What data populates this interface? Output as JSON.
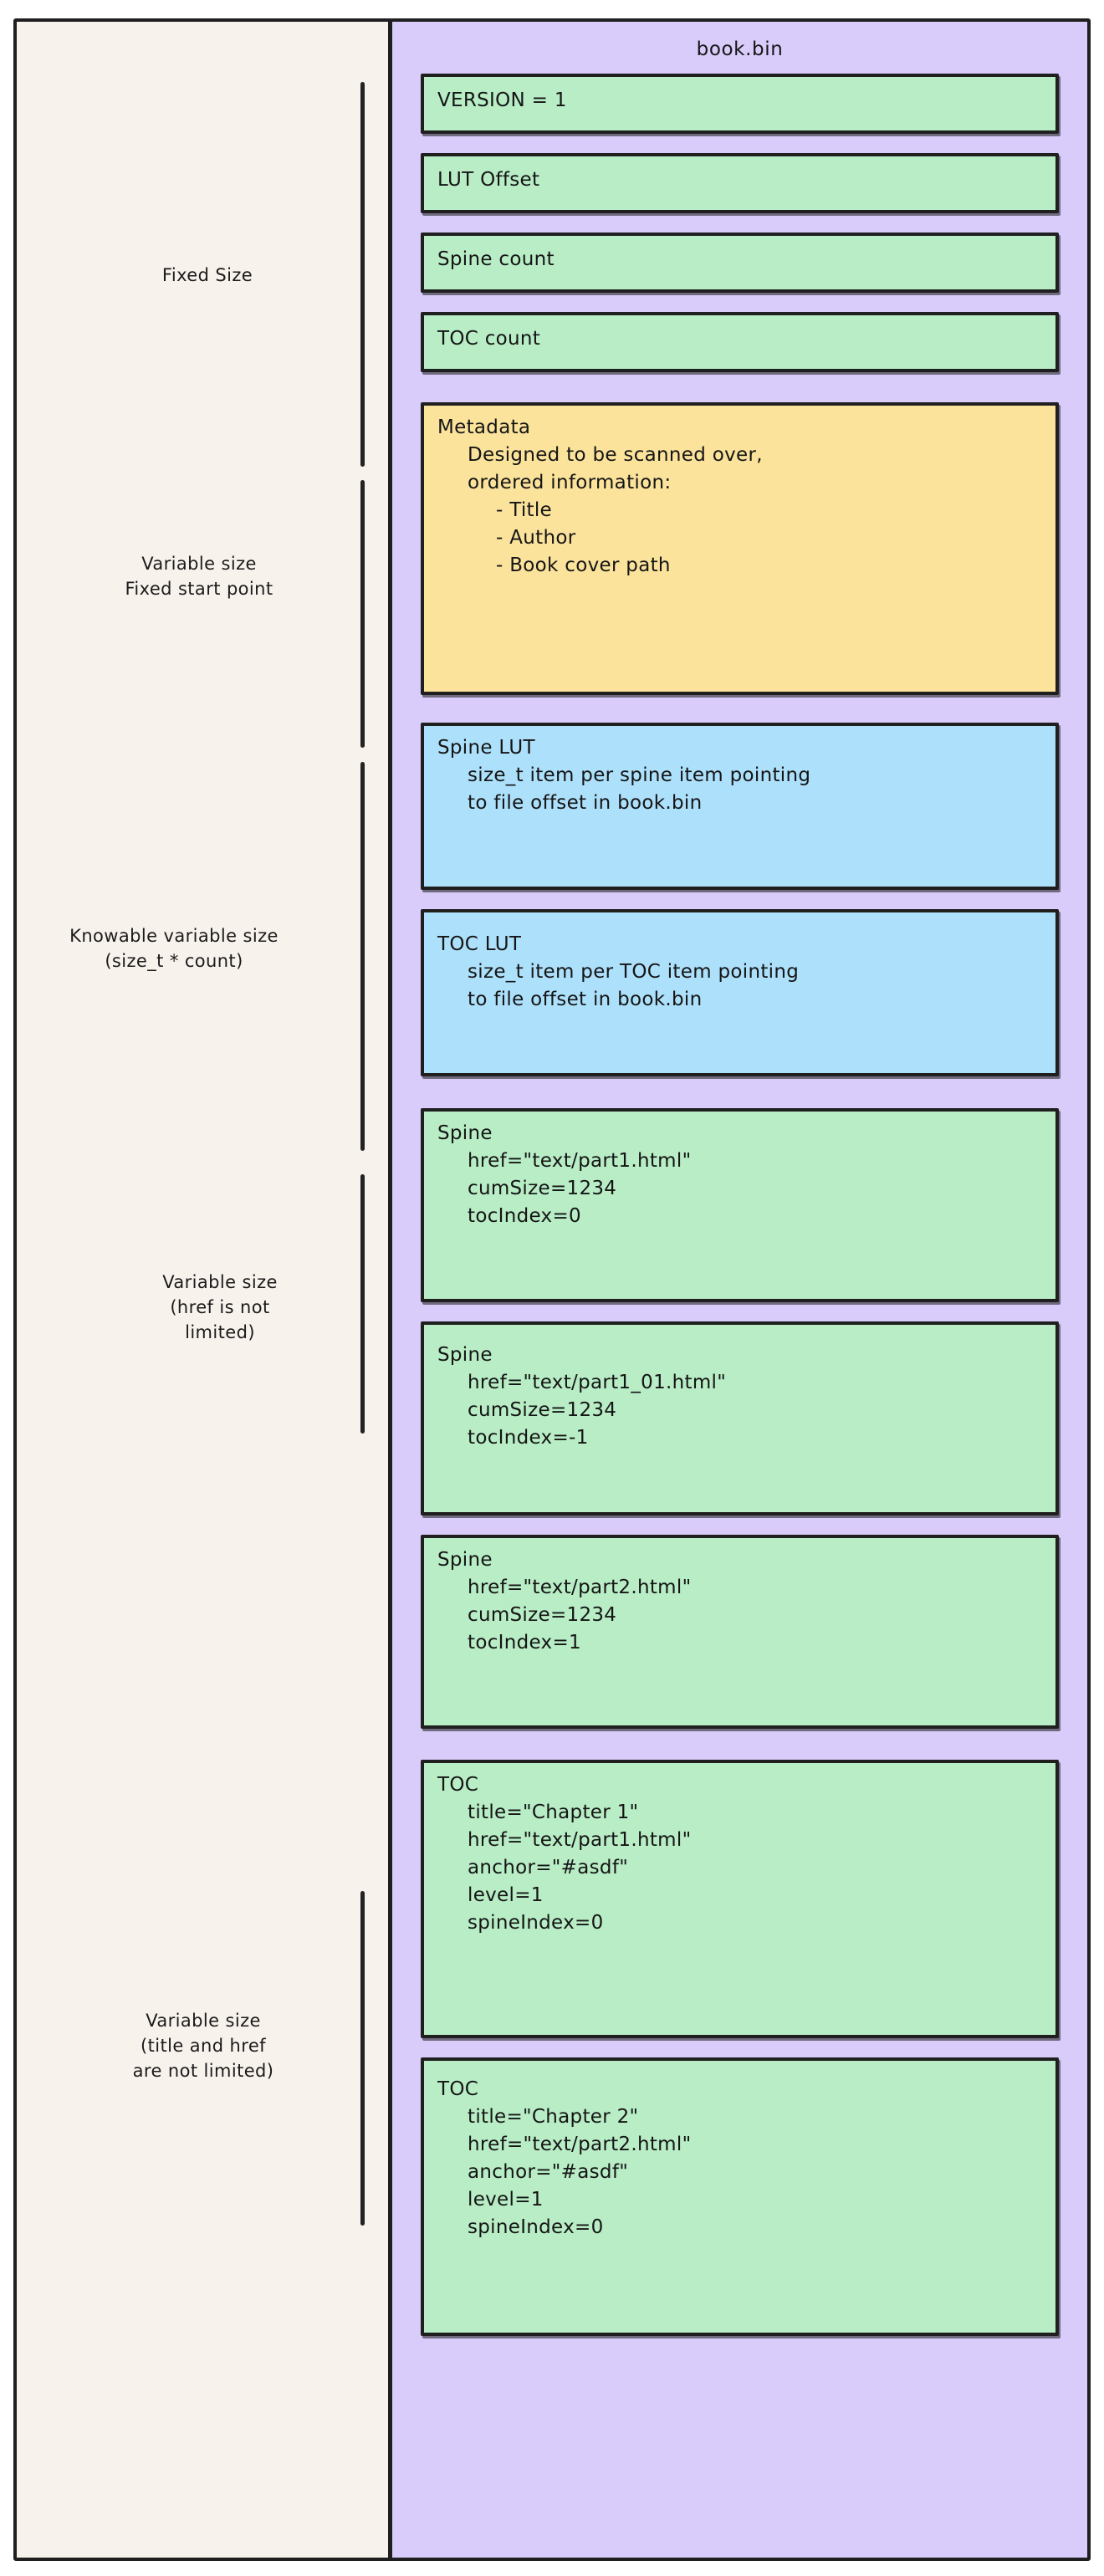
{
  "diagram": {
    "file_title": "book.bin",
    "colors": {
      "background": "#f8f2ed",
      "container": "#d9ccfa",
      "green": "#b8edc6",
      "blue": "#ade0fb",
      "yellow": "#fbe39c",
      "stroke": "#1f1f1f"
    }
  },
  "annotations": [
    {
      "text": "Fixed Size"
    },
    {
      "text": "Variable size\nFixed start point"
    },
    {
      "text": "Knowable variable size\n(size_t * count)"
    },
    {
      "text": "Variable size\n(href is not\nlimited)"
    },
    {
      "text": "Variable size\n(title and href\nare not limited)"
    }
  ],
  "records": [
    {
      "kind": "green",
      "header": "VERSION = 1",
      "lines": []
    },
    {
      "kind": "green",
      "header": "LUT Offset",
      "lines": []
    },
    {
      "kind": "green",
      "header": "Spine count",
      "lines": []
    },
    {
      "kind": "green",
      "header": "TOC count",
      "lines": []
    },
    {
      "kind": "yellow",
      "header": "Metadata",
      "lines": [
        {
          "indent": 1,
          "text": "Designed to be scanned over,"
        },
        {
          "indent": 1,
          "text": "ordered information:"
        },
        {
          "indent": 2,
          "text": "- Title"
        },
        {
          "indent": 2,
          "text": "- Author"
        },
        {
          "indent": 2,
          "text": "- Book cover path"
        }
      ]
    },
    {
      "kind": "blue",
      "header": "Spine LUT",
      "lines": [
        {
          "indent": 1,
          "text": "size_t item per spine item pointing"
        },
        {
          "indent": 1,
          "text": "to file offset in book.bin"
        }
      ]
    },
    {
      "kind": "blue",
      "header": "TOC LUT",
      "lines": [
        {
          "indent": 1,
          "text": "size_t item per TOC item pointing"
        },
        {
          "indent": 1,
          "text": "to file offset in book.bin"
        }
      ]
    },
    {
      "kind": "green",
      "header": "Spine",
      "lines": [
        {
          "indent": 1,
          "text": "href=\"text/part1.html\""
        },
        {
          "indent": 1,
          "text": "cumSize=1234"
        },
        {
          "indent": 1,
          "text": "tocIndex=0"
        }
      ]
    },
    {
      "kind": "green",
      "header": "Spine",
      "lines": [
        {
          "indent": 1,
          "text": "href=\"text/part1_01.html\""
        },
        {
          "indent": 1,
          "text": "cumSize=1234"
        },
        {
          "indent": 1,
          "text": "tocIndex=-1"
        }
      ]
    },
    {
      "kind": "green",
      "header": "Spine",
      "lines": [
        {
          "indent": 1,
          "text": "href=\"text/part2.html\""
        },
        {
          "indent": 1,
          "text": "cumSize=1234"
        },
        {
          "indent": 1,
          "text": "tocIndex=1"
        }
      ]
    },
    {
      "kind": "green",
      "header": "TOC",
      "lines": [
        {
          "indent": 1,
          "text": "title=\"Chapter 1\""
        },
        {
          "indent": 1,
          "text": "href=\"text/part1.html\""
        },
        {
          "indent": 1,
          "text": "anchor=\"#asdf\""
        },
        {
          "indent": 1,
          "text": "level=1"
        },
        {
          "indent": 1,
          "text": "spineIndex=0"
        }
      ]
    },
    {
      "kind": "green",
      "header": "TOC",
      "lines": [
        {
          "indent": 1,
          "text": "title=\"Chapter 2\""
        },
        {
          "indent": 1,
          "text": "href=\"text/part2.html\""
        },
        {
          "indent": 1,
          "text": "anchor=\"#asdf\""
        },
        {
          "indent": 1,
          "text": "level=1"
        },
        {
          "indent": 1,
          "text": "spineIndex=0"
        }
      ]
    }
  ]
}
